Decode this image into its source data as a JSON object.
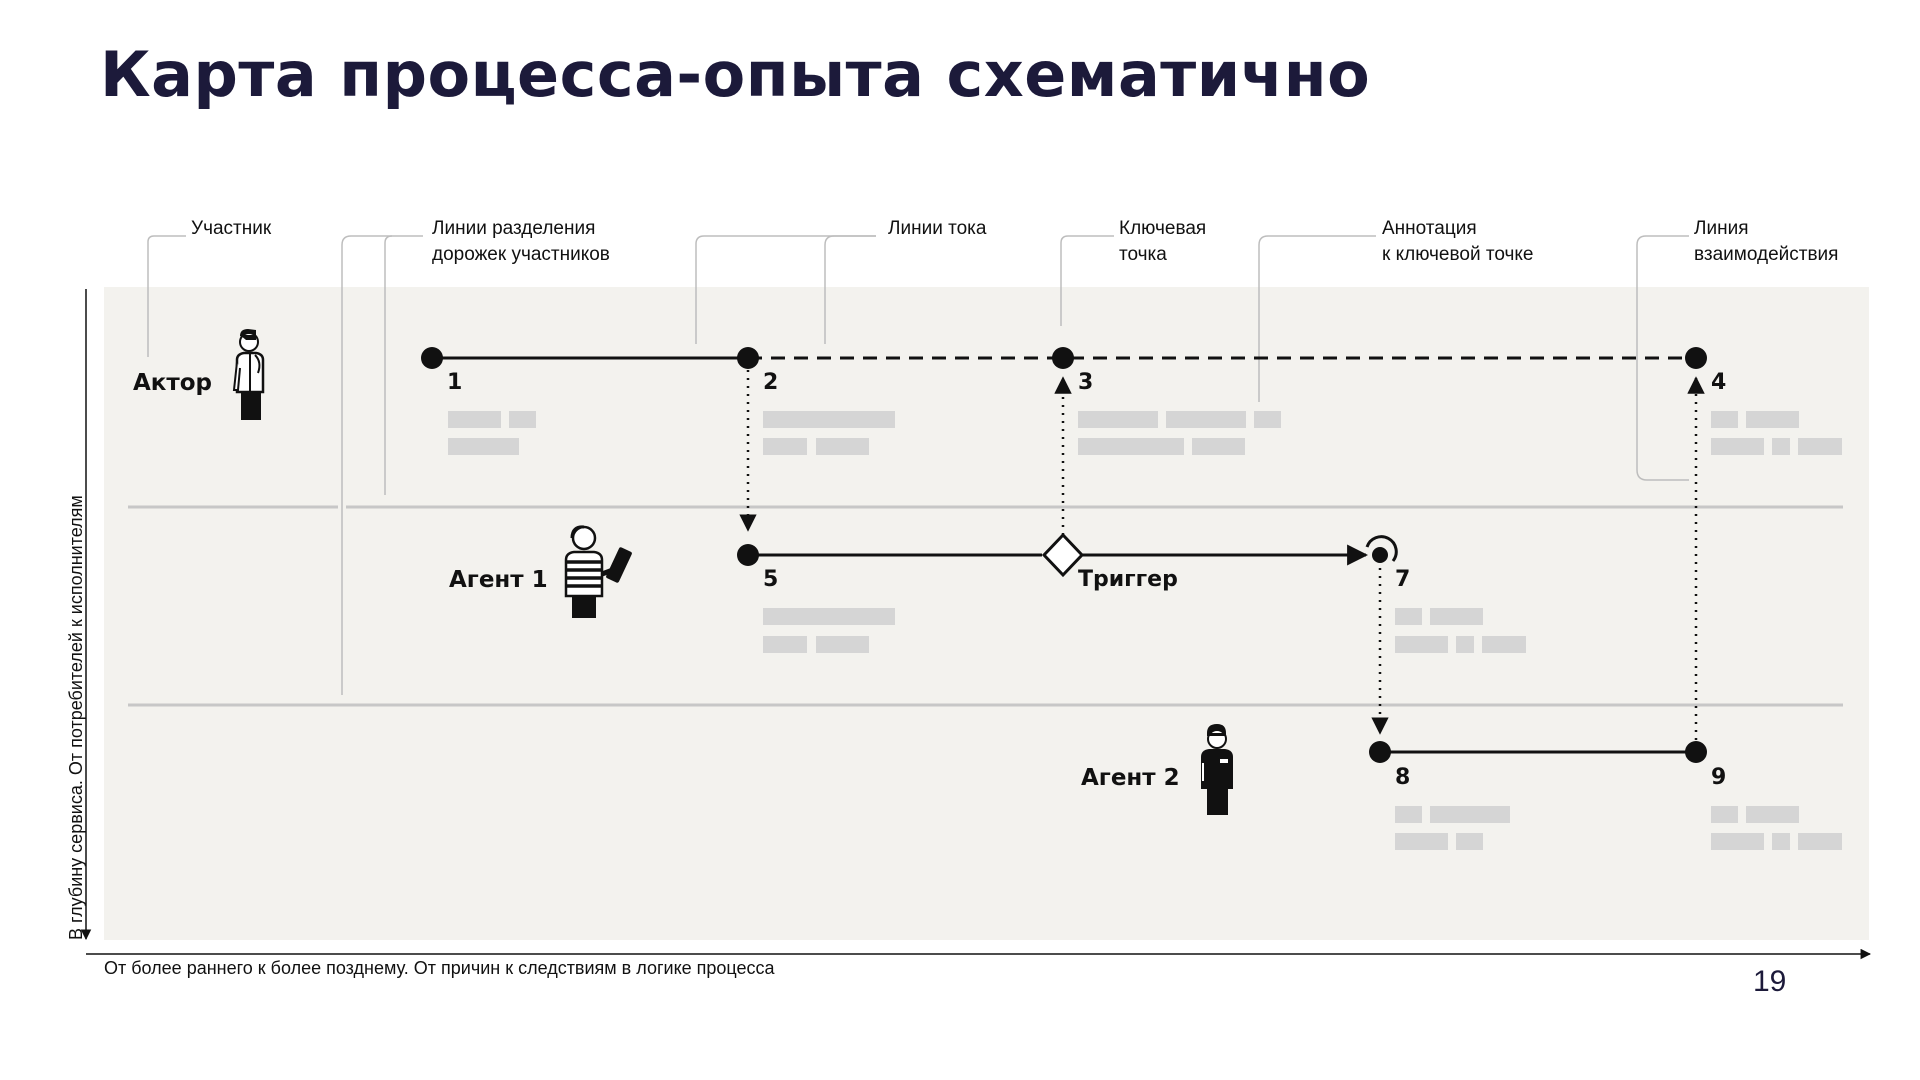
{
  "title": "Карта процесса-опыта схематично",
  "callouts": {
    "participant": "Участник",
    "lane_lines": "Линии разделения\nдорожек участников",
    "flow_lines": "Линии тока",
    "key_point": "Ключевая\nточка",
    "annotation": "Аннотация\nк ключевой точке",
    "interaction_line": "Линия\nвзаимодействия"
  },
  "lanes": {
    "actor": "Актор",
    "agent1": "Агент 1",
    "agent2": "Агент 2"
  },
  "points": {
    "p1": "1",
    "p2": "2",
    "p3": "3",
    "p4": "4",
    "p5": "5",
    "trigger": "Триггер",
    "p7": "7",
    "p8": "8",
    "p9": "9"
  },
  "axes": {
    "x_label": "От более раннего к более позднему. От причин к следствиям в логике процесса",
    "y_label": "В глубину сервиса. От потребителей к исполнителям"
  },
  "page_number": "19",
  "icons": {
    "actor": "person-icon",
    "agent1": "agent-with-tablet-icon",
    "agent2": "staff-person-icon"
  },
  "colors": {
    "title": "#1c1a3a",
    "panel": "#f3f2ee",
    "placeholder": "#d5d5d5",
    "callout_line": "#bdbdbd"
  }
}
